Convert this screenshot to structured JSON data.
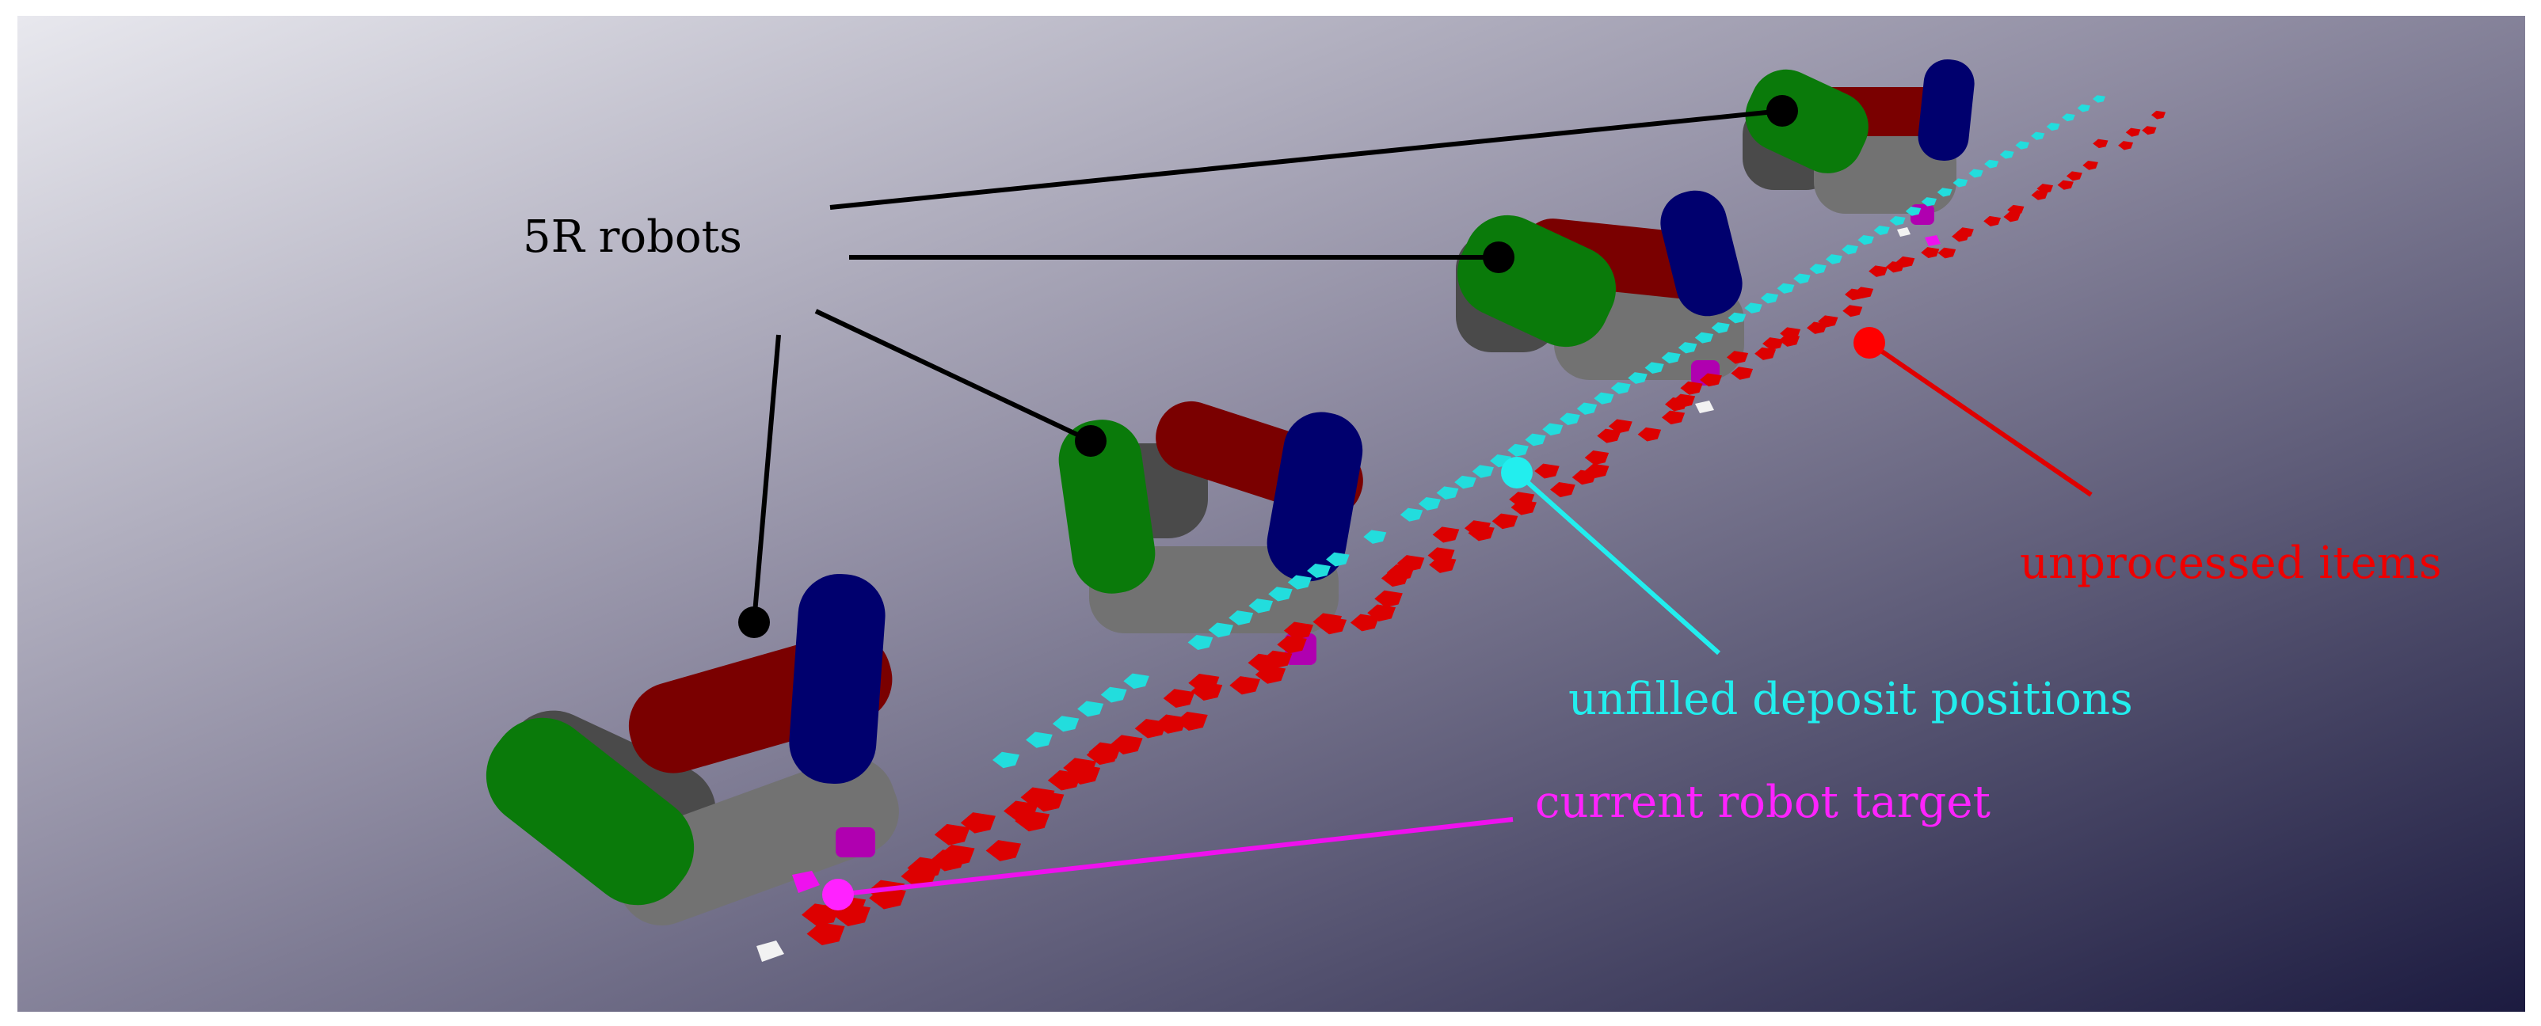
{
  "labels": {
    "robots": "5R robots",
    "unprocessed": "unprocessed items",
    "deposit": "unfilled deposit positions",
    "target": "current robot target"
  },
  "colors": {
    "bg_light": "#e6e6ec",
    "bg_mid": "#8f8ca2",
    "bg_dark": "#1e1d42",
    "base": "#6f6f6f",
    "base_shadow": "#4a4a4a",
    "link_green": "#0a7a0a",
    "link_red": "#7a0000",
    "link_blue": "#00006e",
    "item_red": "#dd0000",
    "deposit_cyan": "#22dddd",
    "target_magenta": "#ee11ee",
    "gripper_purple": "#b000b0",
    "label_black": "#000000"
  }
}
